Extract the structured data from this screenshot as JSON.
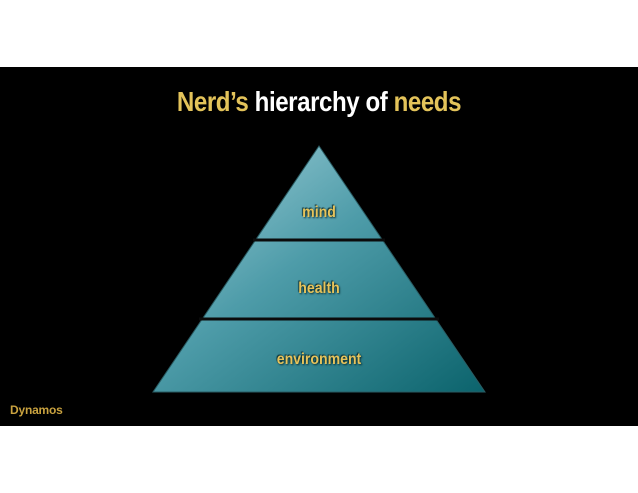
{
  "slide": {
    "title": {
      "part1": "Nerd’s",
      "part2": "hierarchy of",
      "part3": "needs"
    },
    "brand": "Dynamos"
  },
  "pyramid": {
    "tiers": [
      {
        "label": "mind"
      },
      {
        "label": "health"
      },
      {
        "label": "environment"
      }
    ]
  },
  "colors": {
    "background": "#000000",
    "accent": "#e3c35a",
    "pyramid_top": "#8fc3cf",
    "pyramid_bottom": "#0e6e78",
    "divider": "#0b0b0b"
  }
}
